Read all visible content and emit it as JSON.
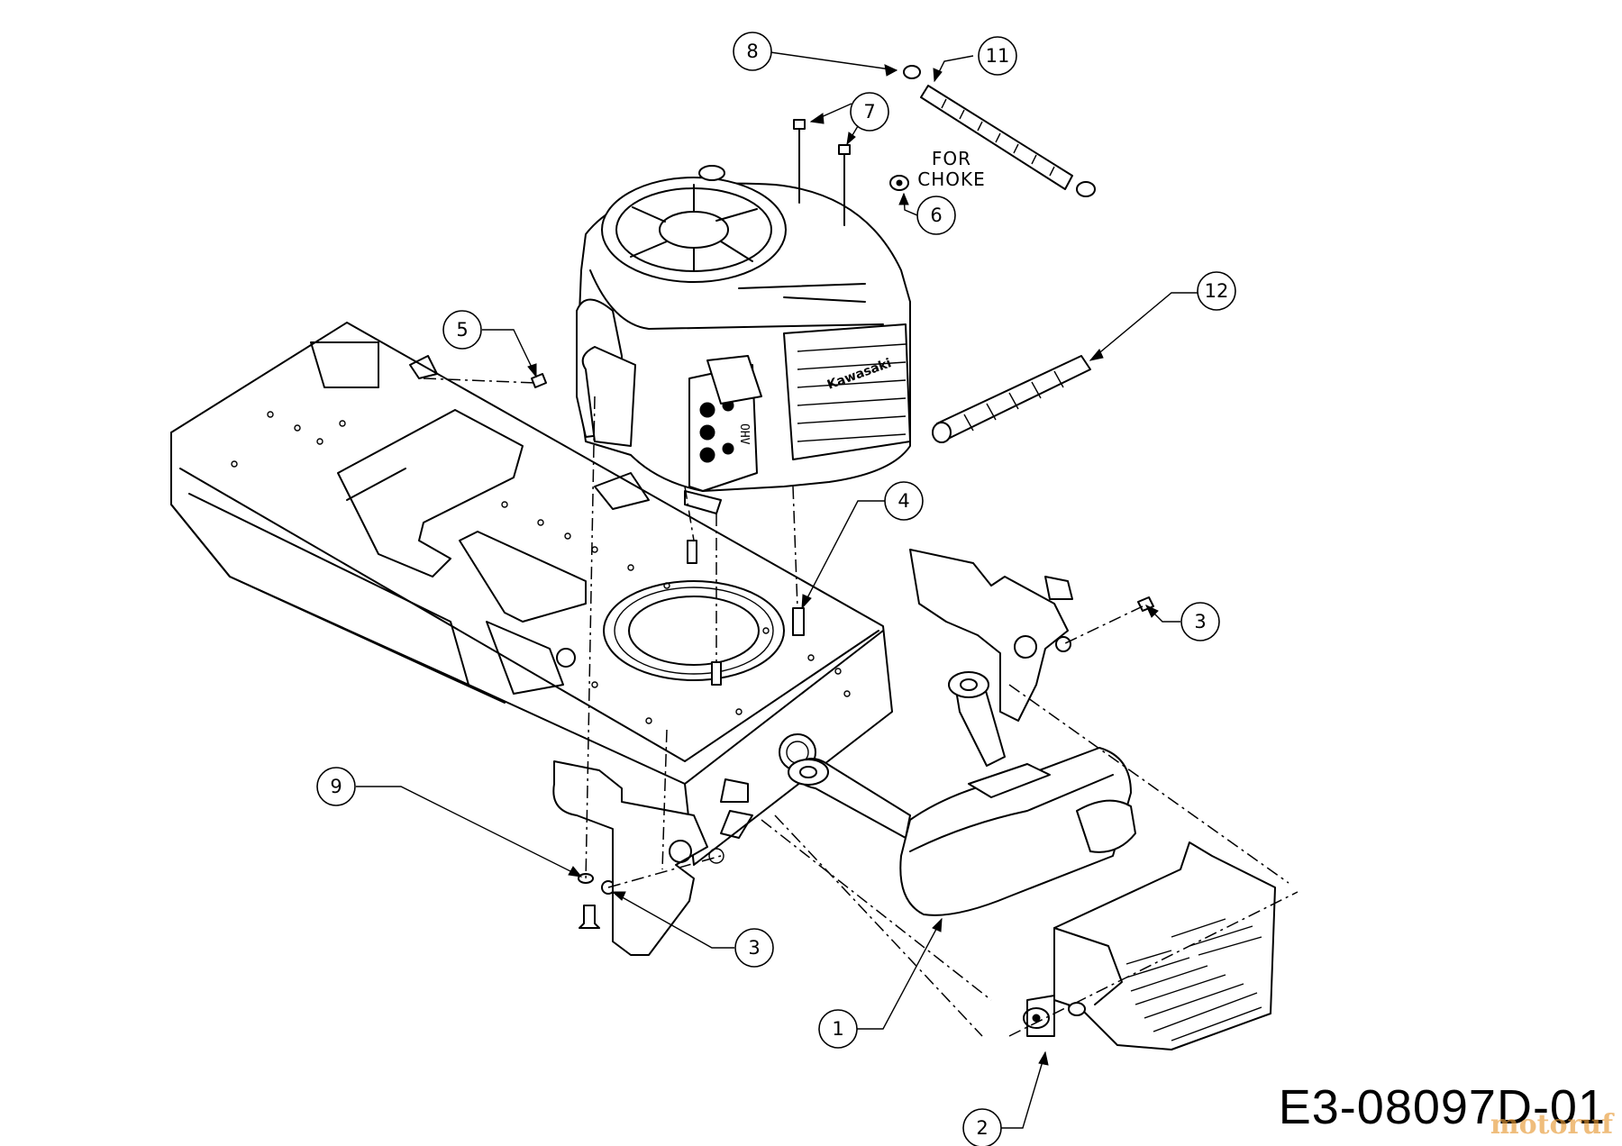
{
  "callouts": [
    {
      "id": "c8",
      "label": "8"
    },
    {
      "id": "c11",
      "label": "11"
    },
    {
      "id": "c7",
      "label": "7"
    },
    {
      "id": "c6",
      "label": "6"
    },
    {
      "id": "c12",
      "label": "12"
    },
    {
      "id": "c5",
      "label": "5"
    },
    {
      "id": "c4",
      "label": "4"
    },
    {
      "id": "c3a",
      "label": "3"
    },
    {
      "id": "c9",
      "label": "9"
    },
    {
      "id": "c3b",
      "label": "3"
    },
    {
      "id": "c1",
      "label": "1"
    },
    {
      "id": "c2",
      "label": "2"
    }
  ],
  "note": {
    "line1": "FOR",
    "line2": "CHOKE"
  },
  "engine": {
    "brand": "Kawasaki",
    "ohv": "OHV"
  },
  "drawing_code": "E3-08097D-01",
  "watermark": "motoruf"
}
